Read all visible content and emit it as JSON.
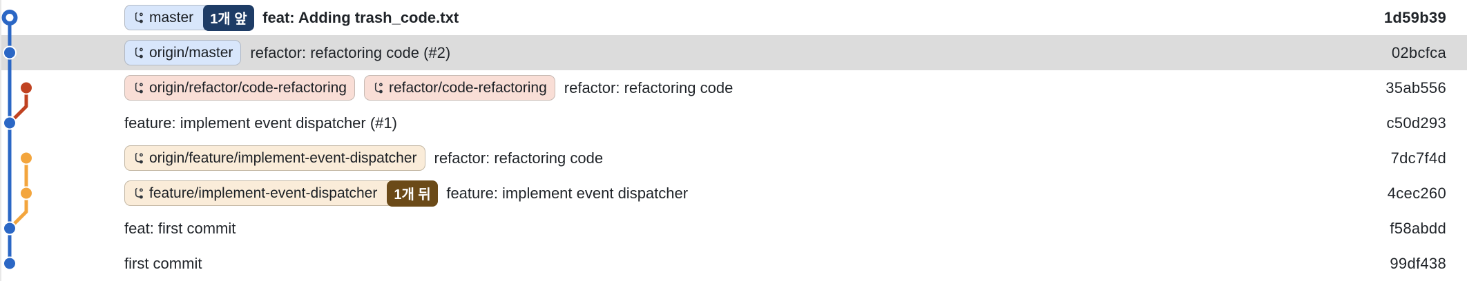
{
  "view": "git-commit-graph",
  "icons": {
    "ref_badge_icon": "git-branch-icon"
  },
  "colors": {
    "graph_blue": "#2b67c5",
    "graph_red": "#c04221",
    "graph_orange": "#f3a53d",
    "selected_row_bg": "#dcdcdc",
    "local_branch_badge_bg": "#d8e6fb",
    "refactor_badge_bg": "#f9ded6",
    "feature_badge_bg": "#faecd9",
    "ahead_count_badge_bg": "#1e3c66",
    "behind_count_badge_bg": "#6b4a18",
    "text": "#1f2328"
  },
  "rows": [
    {
      "refs": [
        {
          "label": "master",
          "count": "1개 앞"
        }
      ],
      "message": "feat: Adding trash_code.txt",
      "hash": "1d59b39"
    },
    {
      "refs": [
        {
          "label": "origin/master"
        }
      ],
      "message": "refactor: refactoring code (#2)",
      "hash": "02bcfca",
      "selected": true
    },
    {
      "refs": [
        {
          "label": "origin/refactor/code-refactoring"
        },
        {
          "label": "refactor/code-refactoring"
        }
      ],
      "message": "refactor: refactoring code",
      "hash": "35ab556"
    },
    {
      "refs": [],
      "message": "feature: implement event dispatcher (#1)",
      "hash": "c50d293"
    },
    {
      "refs": [
        {
          "label": "origin/feature/implement-event-dispatcher"
        }
      ],
      "message": "refactor: refactoring code",
      "hash": "7dc7f4d"
    },
    {
      "refs": [
        {
          "label": "feature/implement-event-dispatcher",
          "count": "1개 뒤"
        }
      ],
      "message": "feature: implement event dispatcher",
      "hash": "4cec260"
    },
    {
      "refs": [],
      "message": "feat: first commit",
      "hash": "f58abdd"
    },
    {
      "refs": [],
      "message": "first commit",
      "hash": "99df438"
    }
  ]
}
